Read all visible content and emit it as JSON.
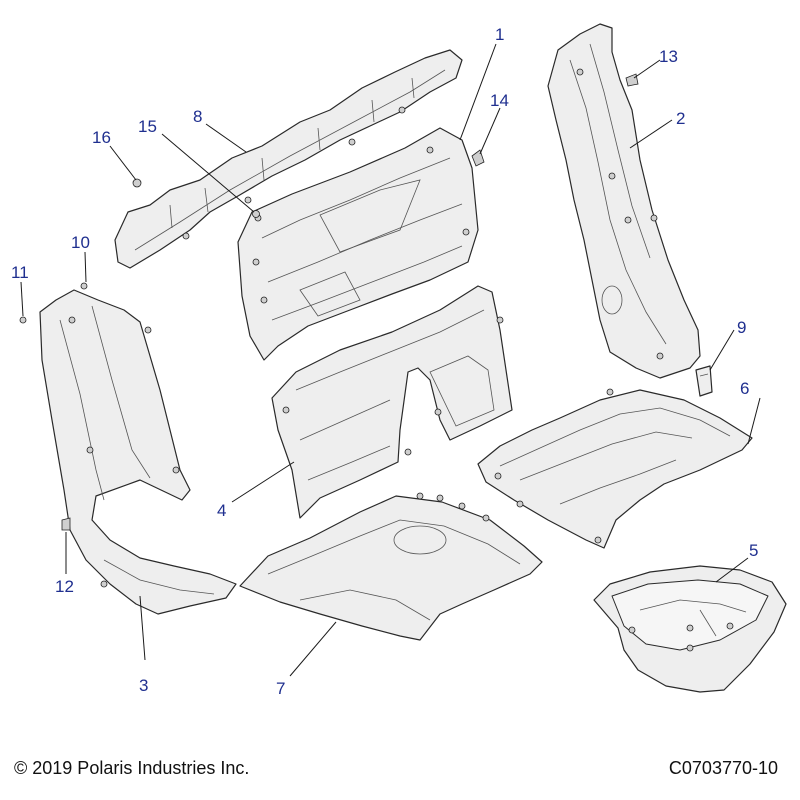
{
  "callouts": {
    "c1": "1",
    "c2": "2",
    "c3": "3",
    "c4": "4",
    "c5": "5",
    "c6": "6",
    "c7": "7",
    "c8": "8",
    "c9": "9",
    "c10": "10",
    "c11": "11",
    "c12": "12",
    "c13": "13",
    "c14": "14",
    "c15": "15",
    "c16": "16"
  },
  "footer": {
    "copyright": "© 2019 Polaris Industries Inc.",
    "drawing_id": "C0703770-10"
  },
  "colors": {
    "callout_text": "#1f2f8f",
    "part_fill": "#eeeeee",
    "line": "#2a2a2a"
  }
}
